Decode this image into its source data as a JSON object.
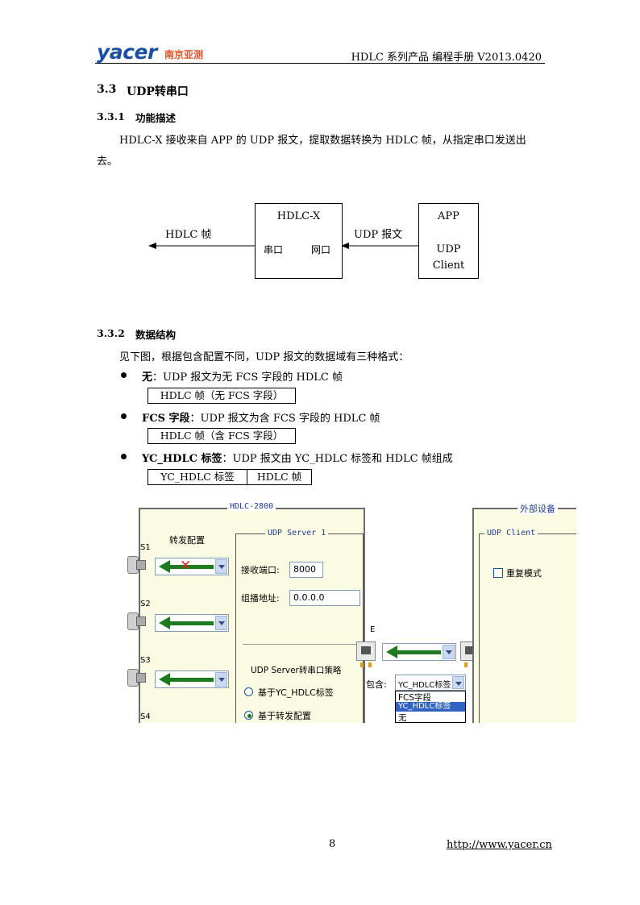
{
  "header": {
    "logo_text": "yacer",
    "logo_sub": "南京亚测",
    "title": "HDLC 系列产品  编程手册  V2013.0420"
  },
  "section": {
    "number": "3.3",
    "title": "UDP转串口"
  },
  "sub1": {
    "number": "3.3.1",
    "title": "功能描述"
  },
  "para1_line1": "HDLC-X 接收来自 APP 的 UDP 报文，提取数据转换为 HDLC 帧，从指定串口发送出",
  "para1_line2": "去。",
  "diagram": {
    "left_label": "HDLC 帧",
    "hdlc_box_title": "HDLC-X",
    "hdlc_box_port1": "串口",
    "hdlc_box_port2": "网口",
    "mid_label": "UDP 报文",
    "app_box_title": "APP",
    "app_box_line2": "UDP",
    "app_box_line3": "Client"
  },
  "sub2": {
    "number": "3.3.2",
    "title": "数据结构"
  },
  "para2": "见下图，根据包含配置不同，UDP 报文的数据域有三种格式：",
  "bullets": [
    {
      "term": "无",
      "text": "：UDP 报文为无 FCS 字段的 HDLC 帧",
      "cells": [
        "HDLC 帧（无 FCS 字段）"
      ]
    },
    {
      "term": "FCS",
      "term2": " 字段",
      "text": "：UDP 报文为含 FCS 字段的 HDLC 帧",
      "cells": [
        "HDLC 帧（含 FCS 字段）"
      ]
    },
    {
      "term": "YC_HDLC",
      "term2": " 标签",
      "text": "：UDP 报文由 YC_HDLC 标签和 HDLC 帧组成",
      "cells": [
        "YC_HDLC 标签",
        "HDLC 帧"
      ]
    }
  ],
  "screenshot": {
    "left_panel_title": "HDLC-2800",
    "forward_label": "转发配置",
    "serial_labels": [
      "S1",
      "S2",
      "S3",
      "S4"
    ],
    "server_title": "UDP Server 1",
    "recv_port_label": "接收端口:",
    "recv_port_value": "8000",
    "multicast_label": "组播地址:",
    "multicast_value": "0.0.0.0",
    "strategy_title": "UDP Server转串口策略",
    "radio1": "基于YC_HDLC标签",
    "radio2": "基于转发配置",
    "e_label": "E",
    "include_label": "包含:",
    "include_value": "YC_HDLC标签",
    "include_options": [
      "FCS字段",
      "YC_HDLC标签",
      "无"
    ],
    "right_panel_title": "外部设备",
    "client_title": "UDP Client",
    "repeat_mode": "重复模式"
  },
  "footer": {
    "page": "8",
    "url": "http://www.yacer.cn"
  }
}
